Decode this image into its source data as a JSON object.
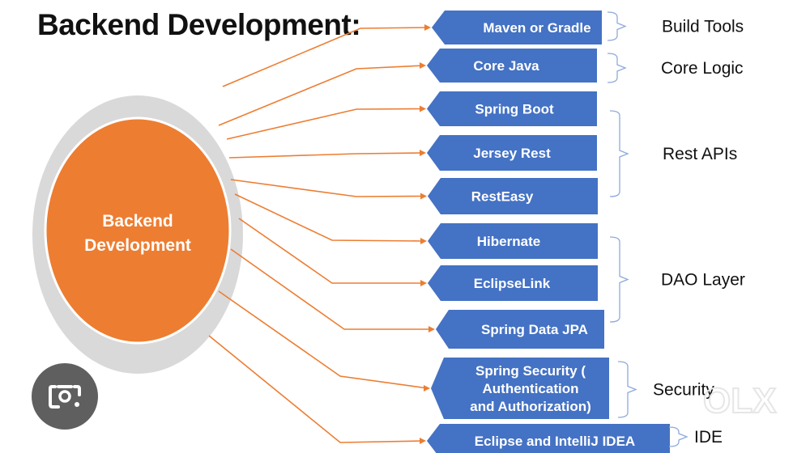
{
  "title": "Backend Development:",
  "center_label": [
    "Backend",
    "Development"
  ],
  "items": [
    {
      "label": [
        "Maven or Gradle"
      ]
    },
    {
      "label": [
        "Core Java"
      ]
    },
    {
      "label": [
        "Spring Boot"
      ]
    },
    {
      "label": [
        "Jersey Rest"
      ]
    },
    {
      "label": [
        "RestEasy"
      ]
    },
    {
      "label": [
        "Hibernate"
      ]
    },
    {
      "label": [
        "EclipseLink"
      ]
    },
    {
      "label": [
        "Spring Data JPA"
      ]
    },
    {
      "label": [
        "Spring Security (",
        "Authentication",
        "and Authorization)"
      ]
    },
    {
      "label": [
        "Eclipse and IntelliJ IDEA"
      ]
    }
  ],
  "groups": [
    {
      "label": "Build Tools"
    },
    {
      "label": "Core Logic"
    },
    {
      "label": "Rest APIs"
    },
    {
      "label": "DAO Layer"
    },
    {
      "label": "Security"
    },
    {
      "label": "IDE"
    }
  ],
  "watermark": "OLX",
  "colors": {
    "box": "#4472c4",
    "center": "#ed7d31",
    "halo": "#d9d9d9",
    "line": "#ed7d31",
    "bracket": "#8faadc"
  }
}
